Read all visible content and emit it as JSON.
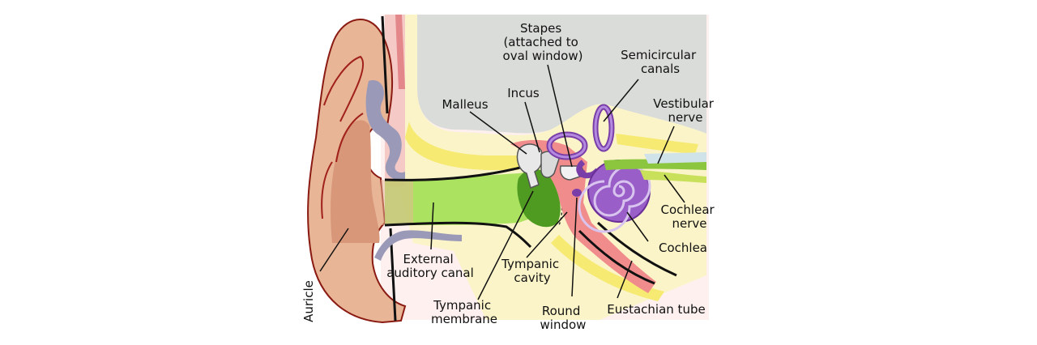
{
  "labels": {
    "stapes": [
      "Stapes",
      "(attached to",
      "oval window)"
    ],
    "semicircular_canals": [
      "Semicircular",
      "canals"
    ],
    "incus": "Incus",
    "malleus": "Malleus",
    "vestibular_nerve": [
      "Vestibular",
      "nerve"
    ],
    "cochlear_nerve": [
      "Cochlear",
      "nerve"
    ],
    "cochlea": "Cochlea",
    "external_auditory_canal": [
      "External",
      "auditory canal"
    ],
    "tympanic_cavity": [
      "Tympanic",
      "cavity"
    ],
    "tympanic_membrane": [
      "Tympanic",
      "membrane"
    ],
    "round_window": [
      "Round",
      "window"
    ],
    "eustachian_tube": "Eustachian tube",
    "auricle": "Auricle"
  },
  "colors": {
    "skin": "#e8b596",
    "skin_dark": "#d9977a",
    "tissue_pink": "#f8d9d6",
    "bone_yellow": "#fbf4c8",
    "bone_bright": "#f6ea73",
    "cartilage_blue": "#9a9ab8",
    "canal_green": "#9cde4e",
    "membrane_green": "#4f9a20",
    "cochlea_purple": "#9a5ec8",
    "middle_ear_red": "#f08c8c",
    "brain_grey": "#d9dcd8",
    "outline": "#111111"
  }
}
